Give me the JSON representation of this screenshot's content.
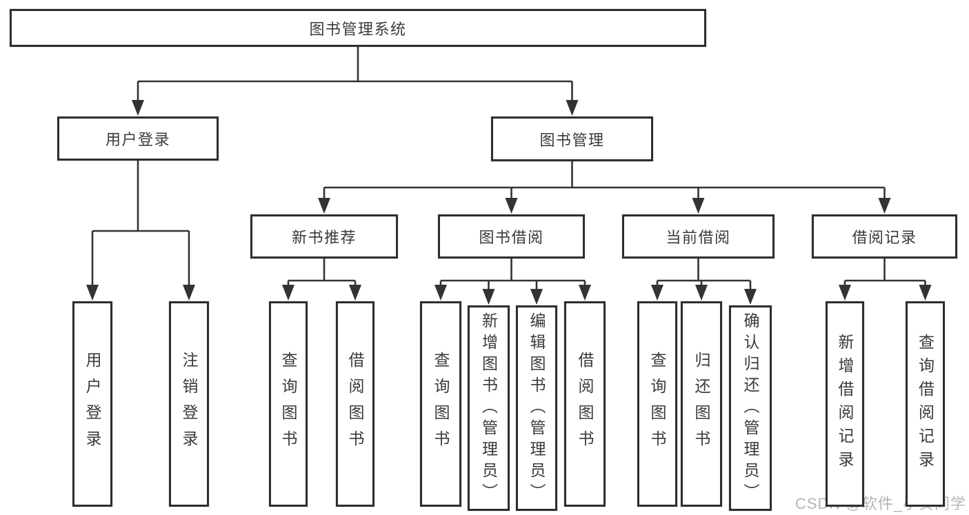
{
  "diagram": {
    "title": "图书管理系统",
    "tree": {
      "label": "图书管理系统",
      "name": "root-library-system",
      "children": [
        {
          "label": "用户登录",
          "name": "branch-user-login",
          "children": [
            {
              "label": "用户登录",
              "name": "leaf-user-login"
            },
            {
              "label": "注销登录",
              "name": "leaf-logout"
            }
          ]
        },
        {
          "label": "图书管理",
          "name": "branch-book-management",
          "children": [
            {
              "label": "新书推荐",
              "name": "branch-new-book-recommend",
              "children": [
                {
                  "label": "查询图书",
                  "name": "leaf-search-books"
                },
                {
                  "label": "借阅图书",
                  "name": "leaf-borrow-books"
                }
              ]
            },
            {
              "label": "图书借阅",
              "name": "branch-book-borrowing",
              "children": [
                {
                  "label": "查询图书",
                  "name": "leaf-search-books"
                },
                {
                  "label": "新增图书（管理员）",
                  "name": "leaf-add-books-admin"
                },
                {
                  "label": "编辑图书（管理员）",
                  "name": "leaf-edit-books-admin"
                },
                {
                  "label": "借阅图书",
                  "name": "leaf-borrow-books"
                }
              ]
            },
            {
              "label": "当前借阅",
              "name": "branch-current-borrowing",
              "children": [
                {
                  "label": "查询图书",
                  "name": "leaf-search-books"
                },
                {
                  "label": "归还图书",
                  "name": "leaf-return-books"
                },
                {
                  "label": "确认归还（管理员）",
                  "name": "leaf-confirm-return-admin"
                }
              ]
            },
            {
              "label": "借阅记录",
              "name": "branch-borrowing-records",
              "children": [
                {
                  "label": "新增借阅记录",
                  "name": "leaf-add-borrow-record"
                },
                {
                  "label": "查询借阅记录",
                  "name": "leaf-search-borrow-record"
                }
              ]
            }
          ]
        }
      ]
    }
  },
  "watermark": {
    "text": "CSDN @软件_小贺同学"
  },
  "colors": {
    "line": "#333333",
    "box_border": "#2e2e2e",
    "text": "#3a3a3a",
    "watermark": "#b5b5b5",
    "background": "#ffffff"
  }
}
